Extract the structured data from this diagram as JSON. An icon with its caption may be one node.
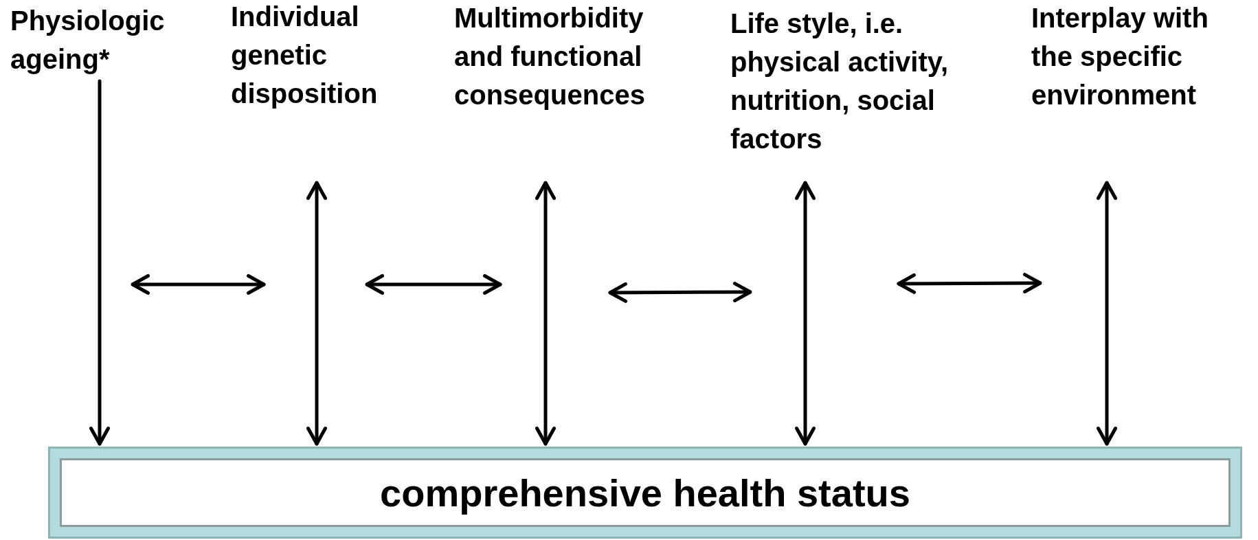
{
  "diagram": {
    "nodes": [
      {
        "text": [
          "Physiologic ageing*"
        ]
      },
      {
        "text": [
          "Individual genetic disposition"
        ]
      },
      {
        "text": [
          "Multimorbidity and functional consequences"
        ]
      },
      {
        "text": [
          "Life style, i.e. physical activity, nutrition, social factors"
        ]
      },
      {
        "text": [
          "Interplay with the specific environment"
        ]
      },
      {
        "text": [
          "comprehensive health status"
        ]
      }
    ],
    "edges": [
      {
        "from": 0,
        "to": 5,
        "arrow": "to"
      },
      {
        "from": 1,
        "to": 5,
        "arrow": "both"
      },
      {
        "from": 2,
        "to": 5,
        "arrow": "both"
      },
      {
        "from": 3,
        "to": 5,
        "arrow": "both"
      },
      {
        "from": 4,
        "to": 5,
        "arrow": "both"
      }
    ]
  }
}
